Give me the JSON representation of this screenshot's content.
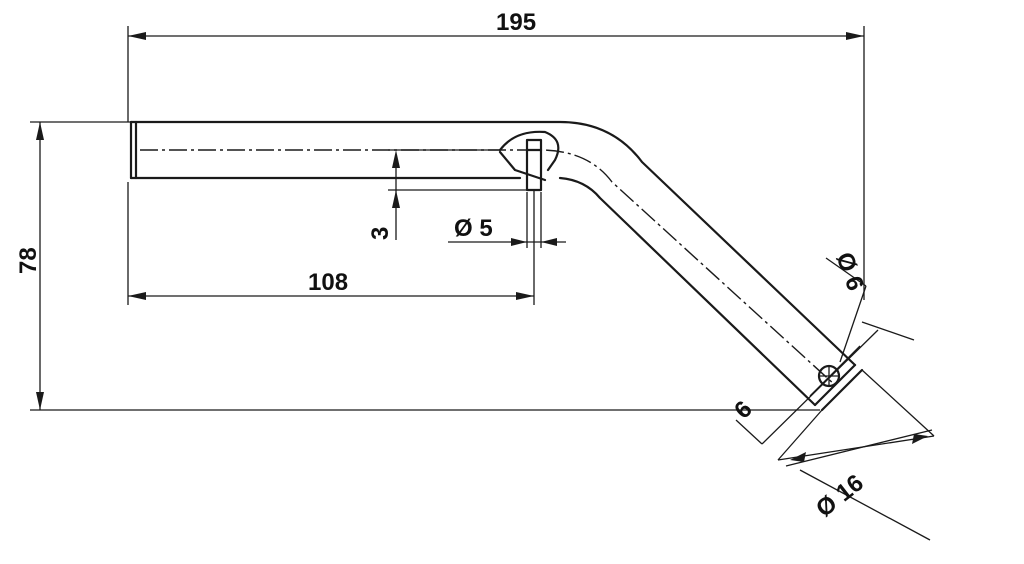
{
  "dimensions": {
    "overall_length": "195",
    "overall_height": "78",
    "straight_length": "108",
    "hole_offset": "3",
    "hole_diameter": "Ø 5",
    "end_hole_diameter": "Ø 6",
    "end_hole_offset": "6",
    "tube_diameter": "Ø 16"
  }
}
